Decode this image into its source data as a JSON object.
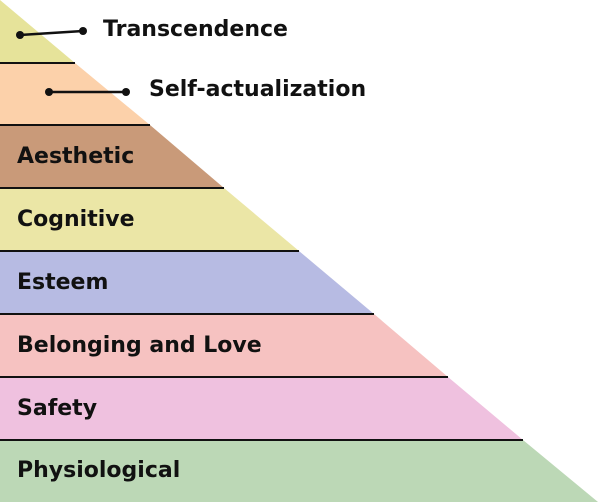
{
  "title": "Hierarchy of needs",
  "levels": [
    {
      "label": "Transcendence",
      "color": "#e6e39a"
    },
    {
      "label": "Self-actualization",
      "color": "#fcd1aa"
    },
    {
      "label": "Aesthetic",
      "color": "#c99a79"
    },
    {
      "label": "Cognitive",
      "color": "#ebe6a6"
    },
    {
      "label": "Esteem",
      "color": "#b7bbe3"
    },
    {
      "label": "Belonging and Love",
      "color": "#f6c2c1"
    },
    {
      "label": "Safety",
      "color": "#efc1df"
    },
    {
      "label": "Physiological",
      "color": "#bcd8b6"
    }
  ]
}
